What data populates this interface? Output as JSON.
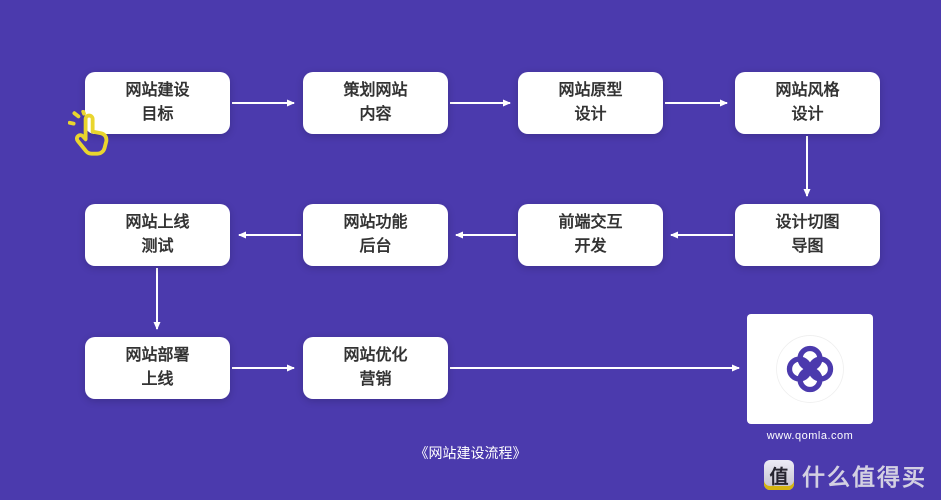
{
  "colors": {
    "background": "#4b3aad",
    "box_background": "#ffffff",
    "box_text": "#333333",
    "arrow": "#ffffff",
    "hand_accent": "#e9d52e",
    "logo_purple": "#4b3aad"
  },
  "boxes": [
    {
      "label": "网站建设\n目标"
    },
    {
      "label": "策划网站\n内容"
    },
    {
      "label": "网站原型\n设计"
    },
    {
      "label": "网站风格\n设计"
    },
    {
      "label": "网站上线\n测试"
    },
    {
      "label": "网站功能\n后台"
    },
    {
      "label": "前端交互\n开发"
    },
    {
      "label": "设计切图\n导图"
    },
    {
      "label": "网站部署\n上线"
    },
    {
      "label": "网站优化\n营销"
    }
  ],
  "edges": [
    {
      "from": "网站建设目标",
      "to": "策划网站内容"
    },
    {
      "from": "策划网站内容",
      "to": "网站原型设计"
    },
    {
      "from": "网站原型设计",
      "to": "网站风格设计"
    },
    {
      "from": "网站风格设计",
      "to": "设计切图导图"
    },
    {
      "from": "设计切图导图",
      "to": "前端交互开发"
    },
    {
      "from": "前端交互开发",
      "to": "网站功能后台"
    },
    {
      "from": "网站功能后台",
      "to": "网站上线测试"
    },
    {
      "from": "网站上线测试",
      "to": "网站部署上线"
    },
    {
      "from": "网站部署上线",
      "to": "网站优化营销"
    },
    {
      "from": "网站优化营销",
      "to": "qomla-logo"
    }
  ],
  "caption": "《网站建设流程》",
  "logo_card": {
    "url_text": "www.qomla.com"
  },
  "watermark": {
    "logo_char": "值",
    "text": "什么值得买"
  }
}
